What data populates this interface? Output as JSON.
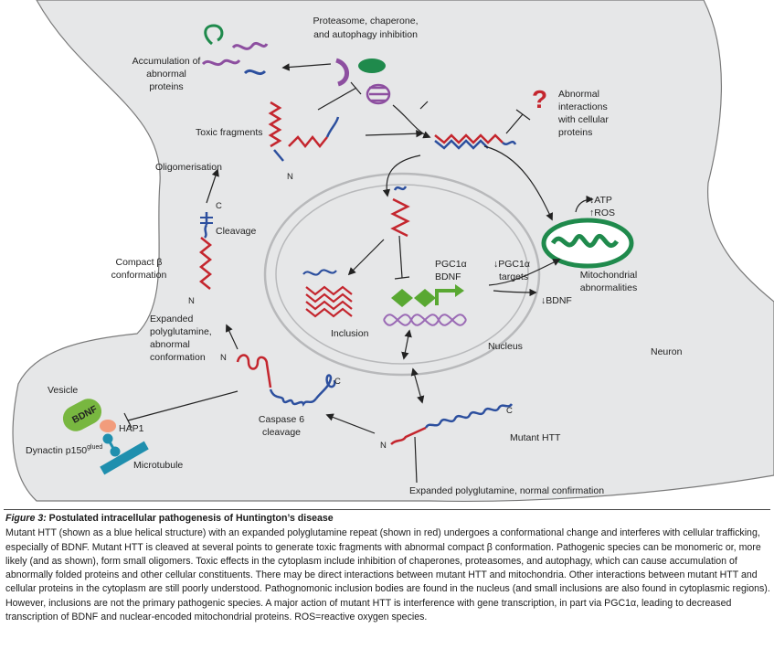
{
  "labels": {
    "proteasome": [
      "Proteasome, chaperone,",
      "and autophagy inhibition"
    ],
    "accumulation": [
      "Accumulation of",
      "abnormal",
      "proteins"
    ],
    "toxic_fragments": "Toxic fragments",
    "abnormal_interactions": [
      "Abnormal",
      "interactions",
      "with cellular",
      "proteins"
    ],
    "question_mark": "?",
    "oligomerisation": "Oligomerisation",
    "atp": "↓ATP",
    "ros": "↑ROS",
    "cleavage": "Cleavage",
    "compact": [
      "Compact β",
      "conformation"
    ],
    "pgc1a": "PGC1α",
    "bdnf_gene": "BDNF",
    "pgc1a_targets": [
      "↓PGC1α",
      "targets"
    ],
    "mito": [
      "Mitochondrial",
      "abnormalities"
    ],
    "bdnf_down": "↓BDNF",
    "expanded_abnormal": [
      "Expanded",
      "polyglutamine,",
      "abnormal",
      "conformation"
    ],
    "inclusion": "Inclusion",
    "nucleus": "Nucleus",
    "neuron": "Neuron",
    "vesicle": "Vesicle",
    "bdnf_vesicle": "BDNF",
    "hap1": "HAP1",
    "dynactin": "Dynactin p150",
    "dynactin_sup": "glued",
    "microtubule": "Microtubule",
    "caspase": [
      "Caspase 6",
      "cleavage"
    ],
    "mutant_htt": "Mutant HTT",
    "expanded_normal": "Expanded polyglutamine, normal confirmation",
    "n": "N",
    "c": "C"
  },
  "caption": {
    "figure_label": "Figure 3:",
    "title": " Postulated intracellular pathogenesis of Huntington’s disease",
    "body": "Mutant HTT (shown as a blue helical structure) with an expanded polyglutamine repeat (shown in red) undergoes a conformational change and interferes with cellular trafficking, especially of BDNF. Mutant HTT is cleaved at several points to generate toxic fragments with abnormal compact β conformation. Pathogenic species can be monomeric or, more likely (and as shown), form small oligomers. Toxic effects in the cytoplasm include inhibition of chaperones, proteasomes, and autophagy, which can cause accumulation of abnormally folded proteins and other cellular constituents. There may be direct interactions between mutant HTT and mitochondria. Other interactions between mutant HTT and cellular proteins in the cytoplasm are still poorly understood. Pathognomonic inclusion bodies are found in the nucleus (and small inclusions are also found in cytoplasmic regions). However, inclusions are not the primary pathogenic species. A major action of mutant HTT is interference with gene transcription, in part via PGC1α, leading to decreased transcription of BDNF and nuclear-encoded mitochondrial proteins. ROS=reactive oxygen species."
  },
  "colors": {
    "cell": "#e6e7e8",
    "helix": "#2c4f9e",
    "polyq": "#c4262e",
    "purple": "#8d4fa0",
    "green": "#1f8a4c",
    "dna": "#9b6bb5"
  }
}
